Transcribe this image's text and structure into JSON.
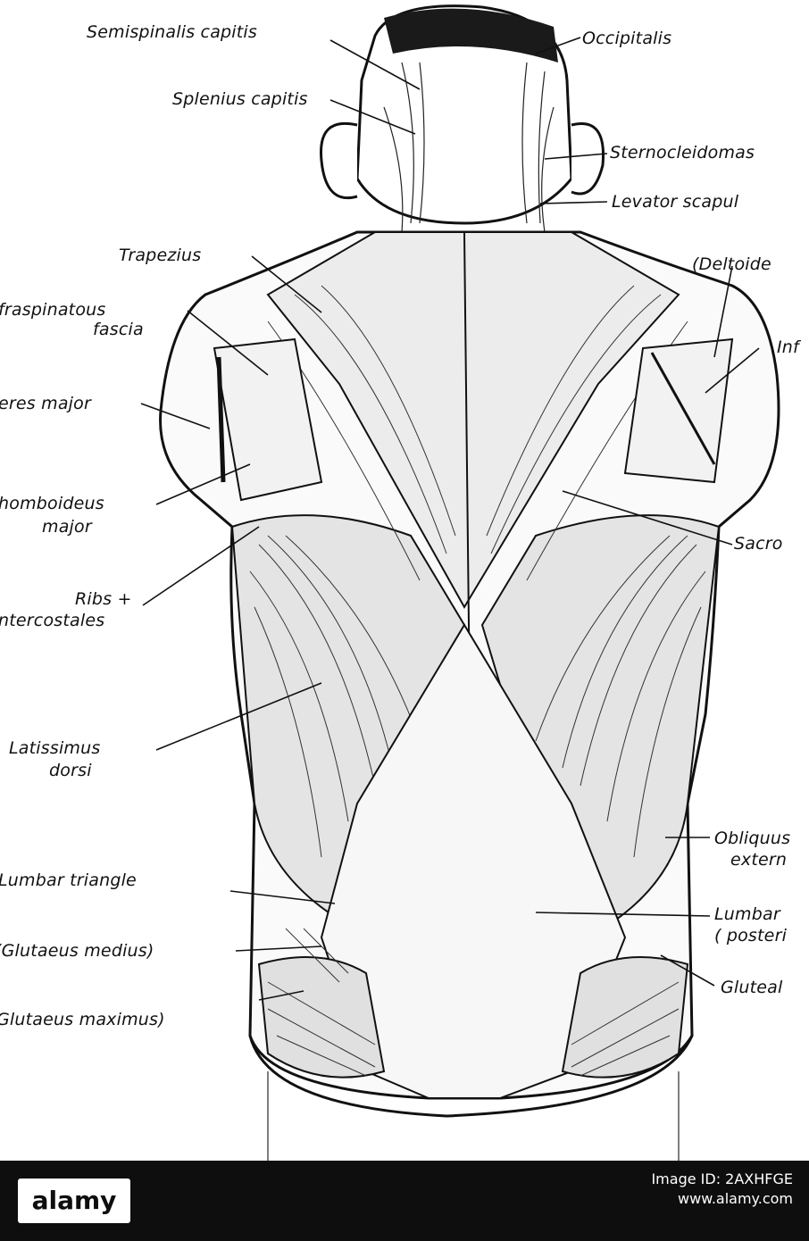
{
  "figure": {
    "labels": {
      "semispinalis": "Semispinalis capitis",
      "occipitalis": "Occipitalis",
      "splenius": "Splenius capitis",
      "sternocleidomastoid": "Sternocleidomas",
      "levator": "Levator scapul",
      "trapezius": "Trapezius",
      "deltoid": "(Deltoide",
      "infraspinatous_1": "fraspinatous",
      "infraspinatous_2": "fascia",
      "inf_right": "Inf",
      "teres": "eres major",
      "rhomboideus_1": "homboideus",
      "rhomboideus_2": "major",
      "sacro": "Sacro",
      "ribs_1": "Ribs +",
      "ribs_2": "ntercostales",
      "latissimus_1": "Latissimus",
      "latissimus_2": "dorsi",
      "obliquus_1": "Obliquus",
      "obliquus_2": "extern",
      "lumbar_triangle": "Lumbar triangle",
      "lumbar_right_1": "Lumbar",
      "lumbar_right_2": "( posteri",
      "glutaeus_medius": "(Glutaeus medius)",
      "glutaeal": "Gluteal",
      "glutaeus_maximus": "Glutaeus maximus)"
    }
  },
  "footer": {
    "logo": "alamy",
    "image_id": "Image ID: 2AXHFGE",
    "site": "www.alamy.com"
  }
}
